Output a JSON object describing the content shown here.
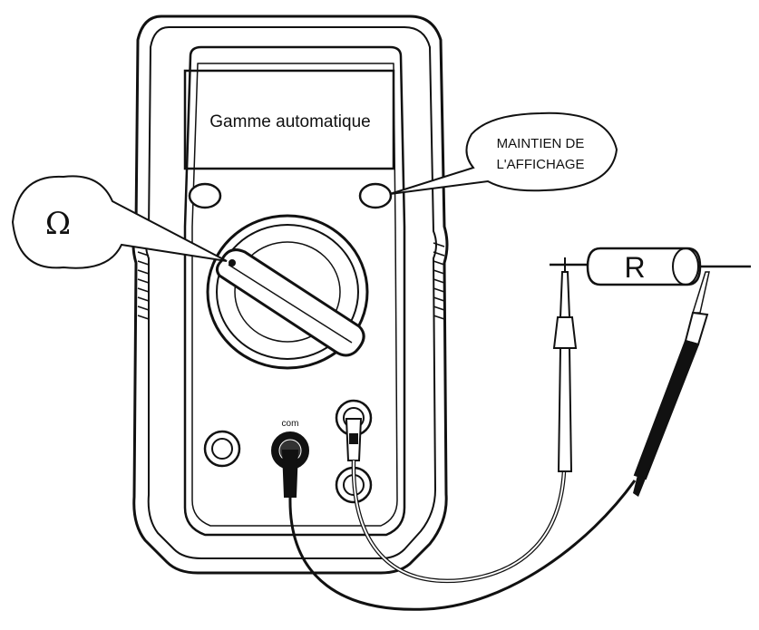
{
  "display": {
    "text": "Gamme automatique"
  },
  "hold_callout": {
    "line1": "MAINTIEN DE",
    "line2": "L'AFFICHAGE"
  },
  "function_callout": {
    "symbol": "Ω"
  },
  "resistor": {
    "label": "R"
  },
  "jacks": {
    "com_label": "com"
  },
  "colors": {
    "ink": "#111111",
    "background": "#ffffff",
    "black_lead": "#111111",
    "red_lead_outline": "#111111"
  }
}
